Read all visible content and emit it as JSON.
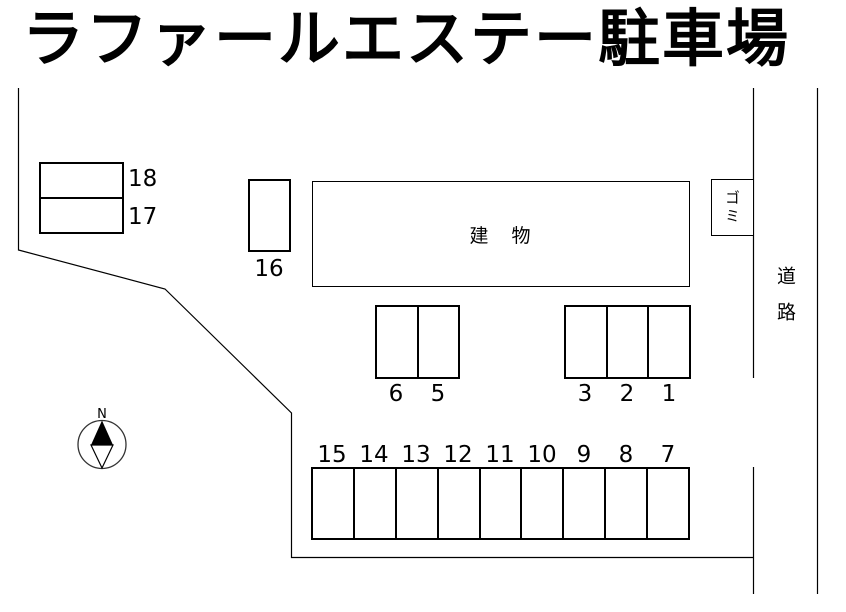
{
  "title": "ラファールエステー駐車場",
  "map": {
    "building_label": "建　物",
    "garbage_label": "ゴミ",
    "road_label": "道路",
    "compass_label": "N",
    "spaces": {
      "left_pair": [
        "18",
        "17"
      ],
      "single": [
        "16"
      ],
      "mid_left": [
        "6",
        "5"
      ],
      "mid_right": [
        "3",
        "2",
        "1"
      ],
      "bottom_row": [
        "15",
        "14",
        "13",
        "12",
        "11",
        "10",
        "9",
        "8",
        "7"
      ]
    }
  },
  "colors": {
    "line": "#000000",
    "text": "#000000",
    "background": "#ffffff"
  }
}
